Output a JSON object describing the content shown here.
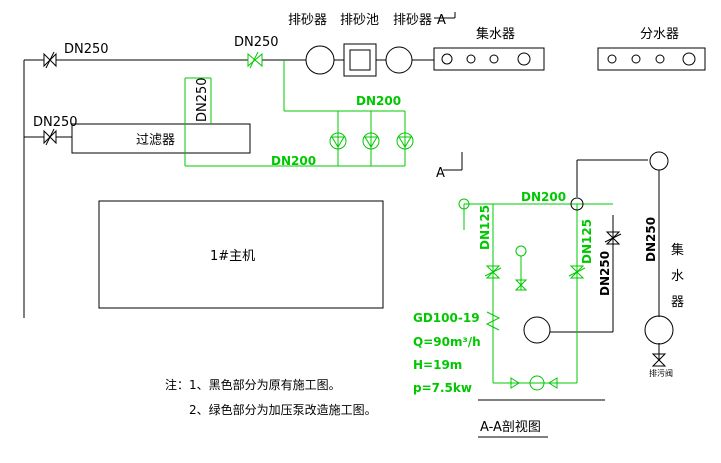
{
  "labels": {
    "pipe_main": "DN250",
    "pipe_branch": "DN250",
    "pipe_filter": "DN250",
    "pipe_vertical": "DN250",
    "sand_drain_1": "排砂器",
    "sand_pool": "排砂池",
    "sand_drain_2": "排砂器",
    "section_mark_top": "A",
    "section_mark_mid": "A",
    "collector": "集水器",
    "distributor": "分水器",
    "filter": "过滤器",
    "main_unit": "1#主机",
    "green_dn200_top": "DN200",
    "green_dn200_bottom": "DN200",
    "section_dn200": "DN200",
    "section_dn125_left": "DN125",
    "section_dn125_right": "DN125",
    "section_dn250_mid": "DN250",
    "section_dn250_right": "DN250",
    "section_collector": "集水器",
    "drain_valve": "排污阀",
    "pump_model": "GD100-19",
    "pump_flow": "Q=90m³/h",
    "pump_head": "H=19m",
    "pump_power": "p=7.5kw",
    "note_1": "注：1、黑色部分为原有施工图。",
    "note_2": "2、绿色部分为加压泵改造施工图。",
    "section_title": "A-A剖视图"
  },
  "colors": {
    "existing": "#000000",
    "modification": "#00c800"
  }
}
